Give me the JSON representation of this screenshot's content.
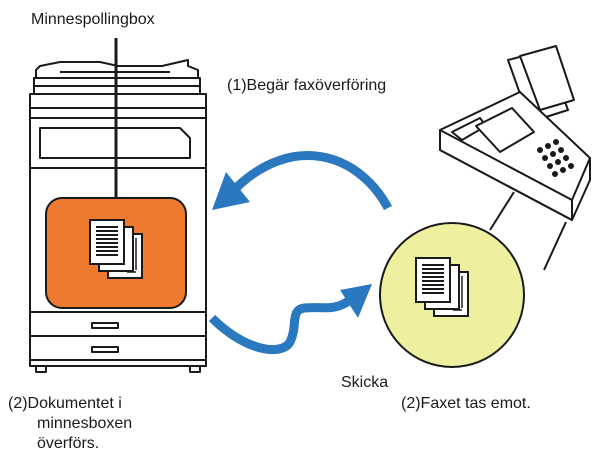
{
  "labels": {
    "memory_box": "Minnespollingbox",
    "request": "(1)Begär faxöverföring",
    "send": "Skicka",
    "doc_line1": "(2)Dokumentet i",
    "doc_line2": "minnesboxen",
    "doc_line3": "överförs.",
    "fax_received": "(2)Faxet tas emot."
  },
  "icons": {
    "copier": "multifunction-copier-icon",
    "fax": "fax-machine-icon",
    "document_stack": "document-stack-icon",
    "arrow_request": "curved-arrow-left-icon",
    "arrow_send": "curved-arrow-right-icon"
  },
  "colors": {
    "memory_box_fill": "#ee7a2f",
    "received_circle_fill": "#eef0a0",
    "arrow": "#2a78c0",
    "outline": "#1a1a1a",
    "machine_fill": "#ffffff"
  }
}
